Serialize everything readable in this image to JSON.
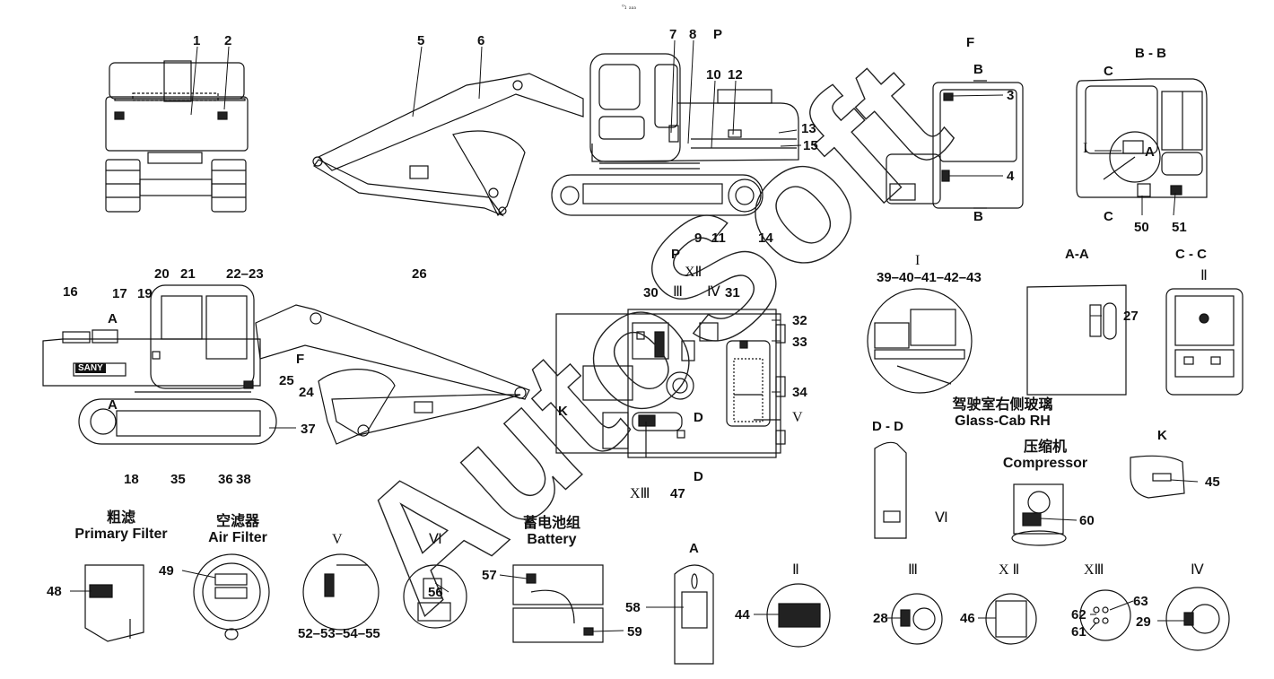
{
  "header_mark": "⁰₁ ₐₐₐ",
  "watermark": "AutoSoft",
  "part_numbers": {
    "n1": "1",
    "n2": "2",
    "n3": "3",
    "n4": "4",
    "n5": "5",
    "n6": "6",
    "n7": "7",
    "n8": "8",
    "n9": "9",
    "n10": "10",
    "n11": "11",
    "n12": "12",
    "n13": "13",
    "n14": "14",
    "n15": "15",
    "n16": "16",
    "n17": "17",
    "n18": "18",
    "n19": "19",
    "n20": "20",
    "n21": "21",
    "n22_23": "22–23",
    "n24": "24",
    "n25": "25",
    "n26": "26",
    "n27": "27",
    "n28": "28",
    "n29": "29",
    "n30": "30",
    "n31": "31",
    "n32": "32",
    "n33": "33",
    "n34": "34",
    "n35": "35",
    "n36": "36",
    "n37": "37",
    "n38": "38",
    "n39_43": "39–40–41–42–43",
    "n44": "44",
    "n45": "45",
    "n46": "46",
    "n47": "47",
    "n48": "48",
    "n49": "49",
    "n50": "50",
    "n51": "51",
    "n52_55": "52–53–54–55",
    "n56": "56",
    "n57": "57",
    "n58": "58",
    "n59": "59",
    "n60": "60",
    "n61": "61",
    "n62": "62",
    "n63": "63"
  },
  "view_letters": {
    "f_top": "F",
    "b_top": "B",
    "b_bottom": "B",
    "bb": "B - B",
    "c_top": "C",
    "c_bottom": "C",
    "a_small": "A",
    "p_top": "P",
    "p_mid": "P",
    "a_left_top": "A",
    "a_left_bottom": "A",
    "f_left": "F",
    "k_mid": "K",
    "d_mid_top": "D",
    "d_mid_bottom": "D",
    "aa": "A-A",
    "cc": "C - C",
    "dd": "D - D",
    "k_right": "K",
    "a_bottom": "A"
  },
  "roman": {
    "i_top": "I",
    "i_detail": "I",
    "ii_cc": "Ⅱ",
    "iii_mid": "Ⅲ",
    "iv_mid": "Ⅳ",
    "v_mid": "V",
    "vi_dd": "Ⅵ",
    "xii_mid": "XⅡ",
    "xiii_mid": "XⅢ",
    "v_detail": "V",
    "vi_detail": "Ⅵ",
    "ii_detail": "Ⅱ",
    "iii_detail": "Ⅲ",
    "xii_detail": "X Ⅱ",
    "xiii_detail": "XⅢ",
    "iv_detail": "Ⅳ"
  },
  "captions": {
    "glass_cn": "驾驶室右侧玻璃",
    "glass_en": "Glass-Cab RH",
    "compressor_cn": "压缩机",
    "compressor_en": "Compressor",
    "primary_cn": "粗滤",
    "primary_en": "Primary Filter",
    "air_cn": "空滤器",
    "air_en": "Air Filter",
    "battery_cn": "蓄电池组",
    "battery_en": "Battery"
  },
  "brand_marks": {
    "sany": "SANY"
  }
}
